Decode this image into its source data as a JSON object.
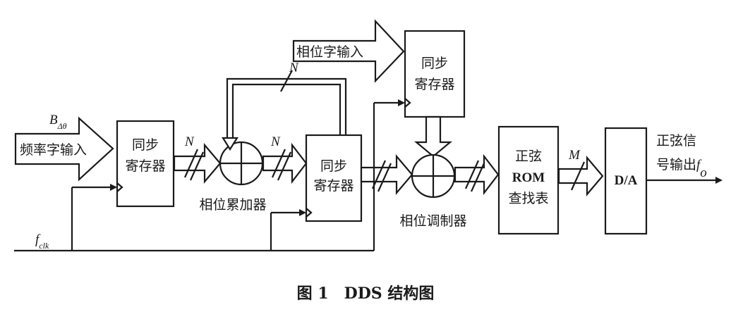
{
  "inputs": {
    "freq_word_symbol": "B",
    "freq_word_subscript": "Δθ",
    "freq_word_label": "频率字输入",
    "phase_word_label": "相位字输入",
    "clock_symbol": "f",
    "clock_subscript": "clk"
  },
  "blocks": {
    "sync_reg_1": [
      "同步",
      "寄存器"
    ],
    "sync_reg_2": [
      "同步",
      "寄存器"
    ],
    "sync_reg_3": [
      "同步",
      "寄存器"
    ],
    "sine_rom": [
      "正弦",
      "ROM",
      "查找表"
    ],
    "dac": "D/A"
  },
  "operators": {
    "phase_accumulator_label": "相位累加器",
    "phase_modulator_label": "相位调制器"
  },
  "bus_widths": {
    "n_after_reg1": "N",
    "n_after_accumulator": "N",
    "n_feedback": "N",
    "m_rom_output": "M"
  },
  "output": {
    "line1": "正弦信",
    "line2_prefix": "号输出",
    "symbol": "f",
    "subscript": "o"
  },
  "caption": "图 1　DDS 结构图",
  "colors": {
    "ink": "#1a1a1a",
    "background": "#ffffff"
  }
}
